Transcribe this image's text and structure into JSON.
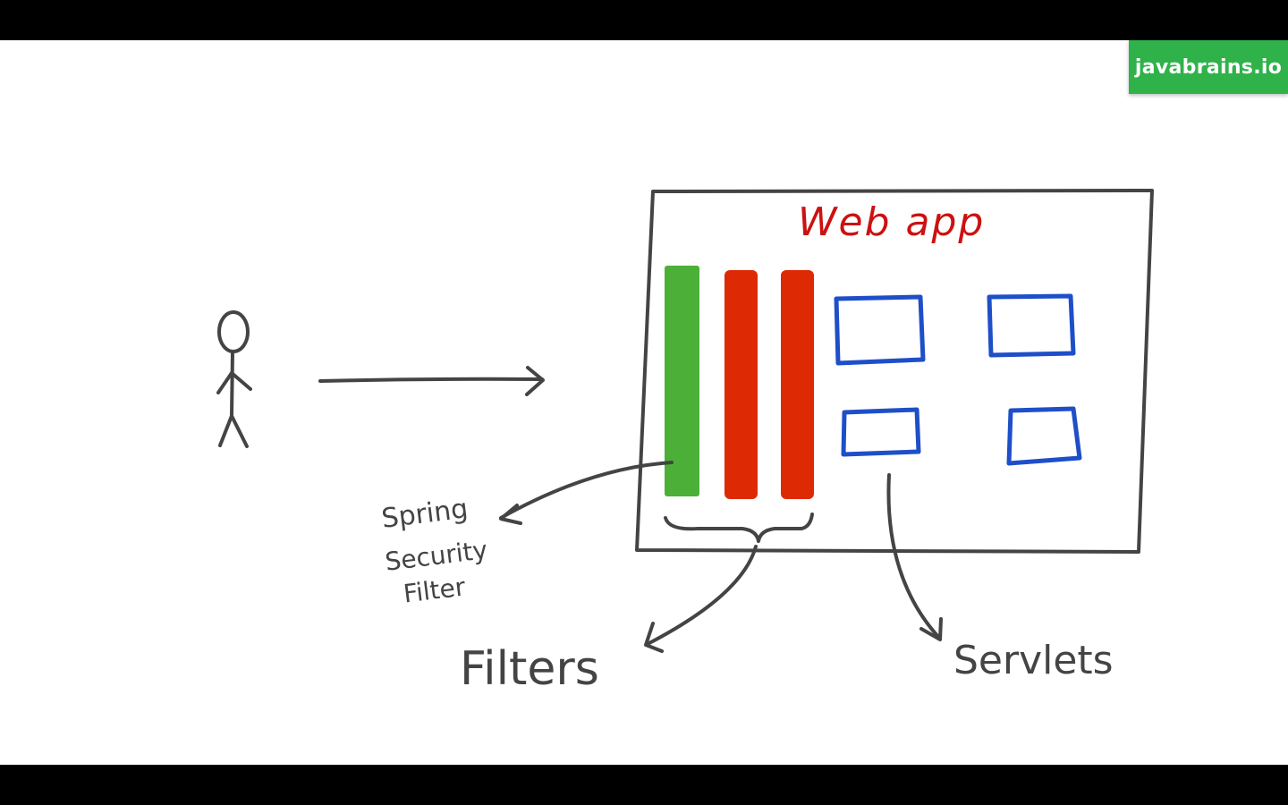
{
  "brand": {
    "label": "javabrains.io",
    "color": "#2fb24a"
  },
  "diagram": {
    "webapp_label": "Web app",
    "spring_label_lines": [
      "Spring",
      "Security",
      "Filter"
    ],
    "filters_label": "Filters",
    "servlets_label": "Servlets",
    "colors": {
      "ink": "#444444",
      "webapp_title": "#cc1111",
      "spring_filter": "#4caf38",
      "filter": "#dd2a05",
      "servlet": "#1e4fc9"
    },
    "icons": [
      "stick-figure-user-icon",
      "request-arrow-icon"
    ]
  }
}
